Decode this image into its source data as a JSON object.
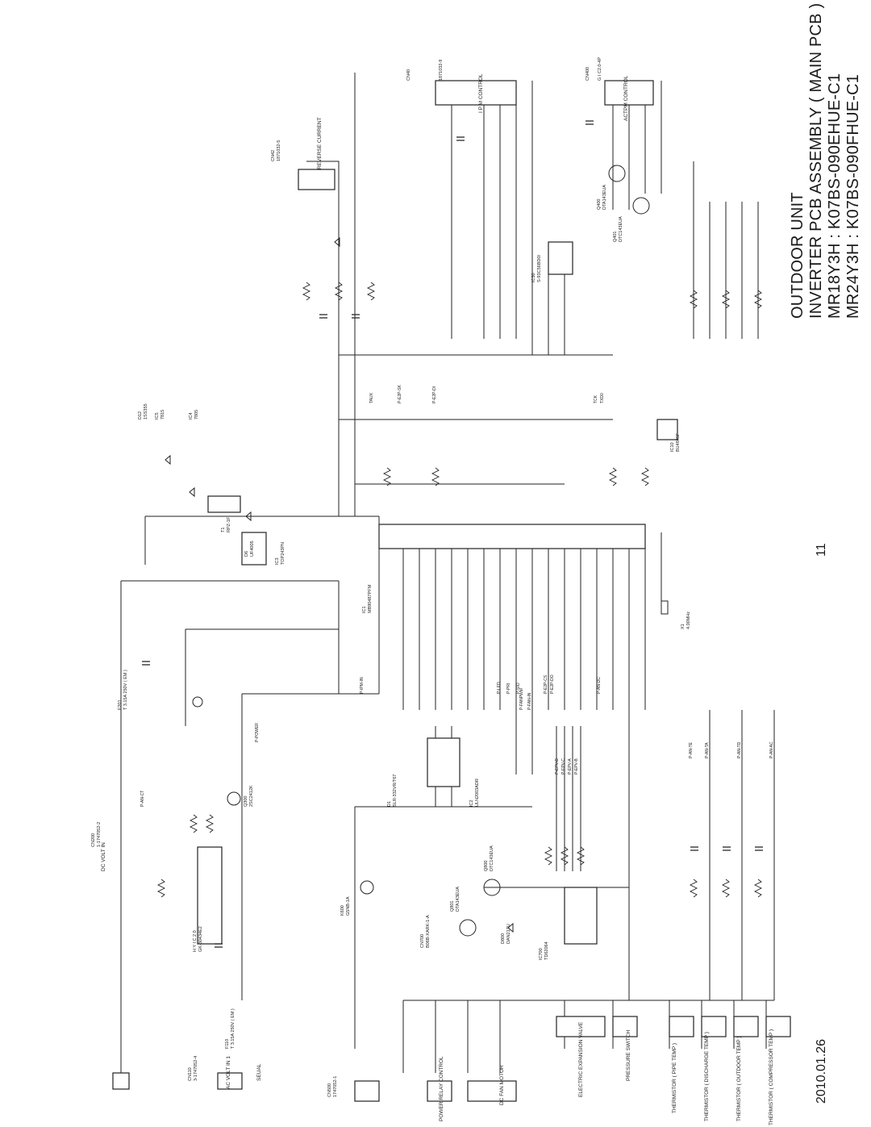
{
  "title": {
    "line1": "OUTDOOR UNIT",
    "line2": "INVERTER PCB ASSEMBLY ( MAIN PCB )",
    "line3": "MR18Y3H : K07BS-090EHUE-C1",
    "line4": "MR24Y3H : K07BS-090FHUE-C1"
  },
  "page_number": "11",
  "date": "2010.01.26",
  "connector_labels": [
    "I P M CONTROL",
    "ACTPM CONTROL",
    "REVERSE CURRENT",
    "DC VOLT IN",
    "AC VOLT IN 1",
    "SEUAL",
    "POWER RELAY CONTROL",
    "DC FAN MOTOR",
    "ELECTRIC EXPANSION VALVE",
    "PRESSURE SWITCH",
    "THERMISTOR ( PIPE TEMP )",
    "THERMISTOR ( DISCHARGE TEMP )",
    "THERMISTOR ( OUTDOOR TEMP )",
    "THERMISTOR ( COMPRESSOR TEMP )"
  ],
  "components": {
    "mcu": "MB90487PFM",
    "ic3": "TOP243PN",
    "ic2": "ULN2003ADR",
    "ic700": "TD62064",
    "ic10": "BU4845F",
    "ic30": "S-93C56BD0I",
    "ic_hyic": "GK-30434E2",
    "t1": "RPZ-1F",
    "d1": "SLR-332VR/T67",
    "q800": "DTC143EUA",
    "q801": "DTA143EUA",
    "q400": "DTA143EUA",
    "q401": "DTC143EUA",
    "q300": "2SC2412K",
    "x1": "4.00MHz",
    "k600": "G5NB-1A",
    "d12": "1SS355",
    "d6": "UF4005",
    "d800": "DAN217U",
    "ic5": "7815",
    "ic4": "7805",
    "f201": "T 3.15A 250V ( EM )",
    "f110": "T 3.15A 250V ( EM )",
    "cn200": "1-1747052-2",
    "cn110": "3-1747052-4",
    "cn500": "1747052-1",
    "cn700": "B06B-XARK-1-A",
    "cn400": "G I C2.0-4P",
    "cn40": "1871032-9",
    "cn42": "1871032-5"
  },
  "net_labels": [
    "P-FANPWM",
    "P-FAN-IN",
    "P-AN-CT",
    "P-IPM-IN",
    "P-EPV-A",
    "P-EPV-B",
    "P-EPV-C",
    "P-EPV-D",
    "P-POWER",
    "P-LED",
    "P-PRI",
    "P-SIO",
    "P-AN-TD",
    "P-AN-TA",
    "P-AN-TE",
    "P-AN-DC",
    "P-AN-AC",
    "TAUX",
    "TXD0",
    "TCK",
    "P-E2P-CS",
    "P-E2P-SK",
    "P-E2P-DI",
    "P-E2P-DO"
  ]
}
